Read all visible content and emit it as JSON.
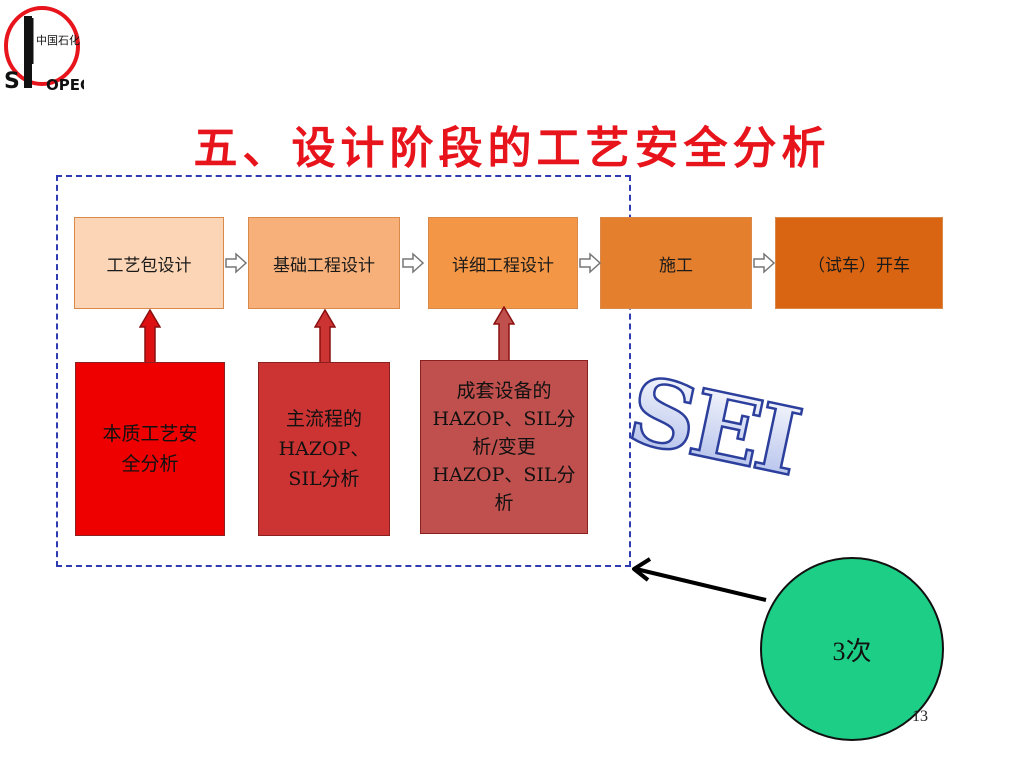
{
  "logo": {
    "wordmark": "SINOPEC",
    "chinese": "中国石化"
  },
  "title": "五、设计阶段的工艺安全分析",
  "steps": [
    "工艺包设计",
    "基础工程设计",
    "详细工程设计",
    "施工",
    "（试车）开车"
  ],
  "step_colors": [
    "#fbd5b5",
    "#f8b07a",
    "#f39645",
    "#e37f2d",
    "#d96513"
  ],
  "analyses": [
    {
      "lines": [
        "本质工艺安",
        "全分析"
      ],
      "color": "#ee0000"
    },
    {
      "lines": [
        "主流程的",
        "HAZOP、",
        "SIL分析"
      ],
      "color": "#cc3333"
    },
    {
      "lines": [
        "成套设备的",
        "HAZOP、SIL分",
        "析/变更",
        "HAZOP、SIL分",
        "析"
      ],
      "color": "#c0504d"
    }
  ],
  "wordart": "SEI",
  "callout": "3次",
  "page_number": "13"
}
